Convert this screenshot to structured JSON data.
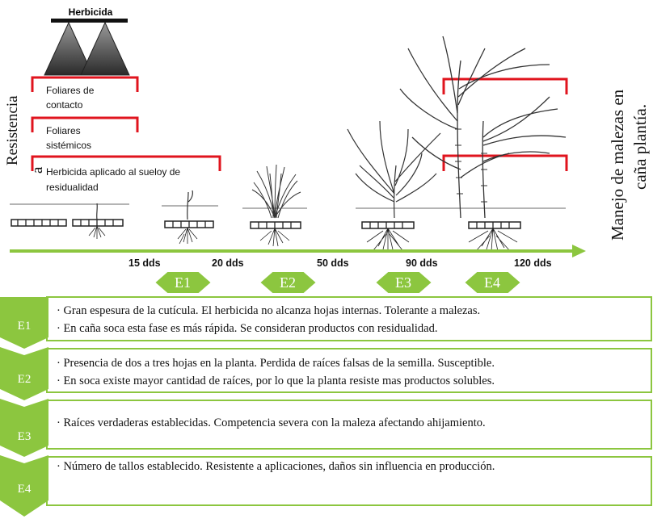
{
  "herbicide_label": "Herbicida",
  "resistance_label_line1": "Resistencia",
  "resistance_label_line2": "a",
  "right_label_line1": "Manejo de malezas en",
  "right_label_line2": "caña plantía.",
  "brackets": [
    {
      "line1": "Foliares de",
      "line2": "contacto"
    },
    {
      "line1": "Foliares",
      "line2": "sistémicos"
    },
    {
      "line1": "Herbicida aplicado al sueloy de",
      "line2": "residualidad"
    }
  ],
  "timeline": [
    "15 dds",
    "20 dds",
    "50 dds",
    "90 dds",
    "120 dds"
  ],
  "stages": [
    "E1",
    "E2",
    "E3",
    "E4"
  ],
  "rows": [
    {
      "stage": "E1",
      "lines": [
        "· Gran espesura de la cutícula. El herbicida no alcanza hojas internas. Tolerante a malezas.",
        "· En caña soca esta fase es más rápida. Se consideran productos con residualidad."
      ]
    },
    {
      "stage": "E2",
      "lines": [
        "· Presencia de dos a tres hojas en la planta. Perdida de raíces falsas de la semilla. Susceptible.",
        "· En soca existe mayor cantidad de raíces, por lo que la planta resiste mas productos solubles."
      ]
    },
    {
      "stage": "E3",
      "lines": [
        "· Raíces verdaderas establecidas. Competencia severa con la maleza afectando ahijamiento."
      ]
    },
    {
      "stage": "E4",
      "lines": [
        "· Número de tallos establecido. Resistente a aplicaciones, daños sin influencia en producción."
      ]
    }
  ],
  "colors": {
    "green": "#8cc63f",
    "red": "#e0141e",
    "row_border": "#8cc63f"
  }
}
